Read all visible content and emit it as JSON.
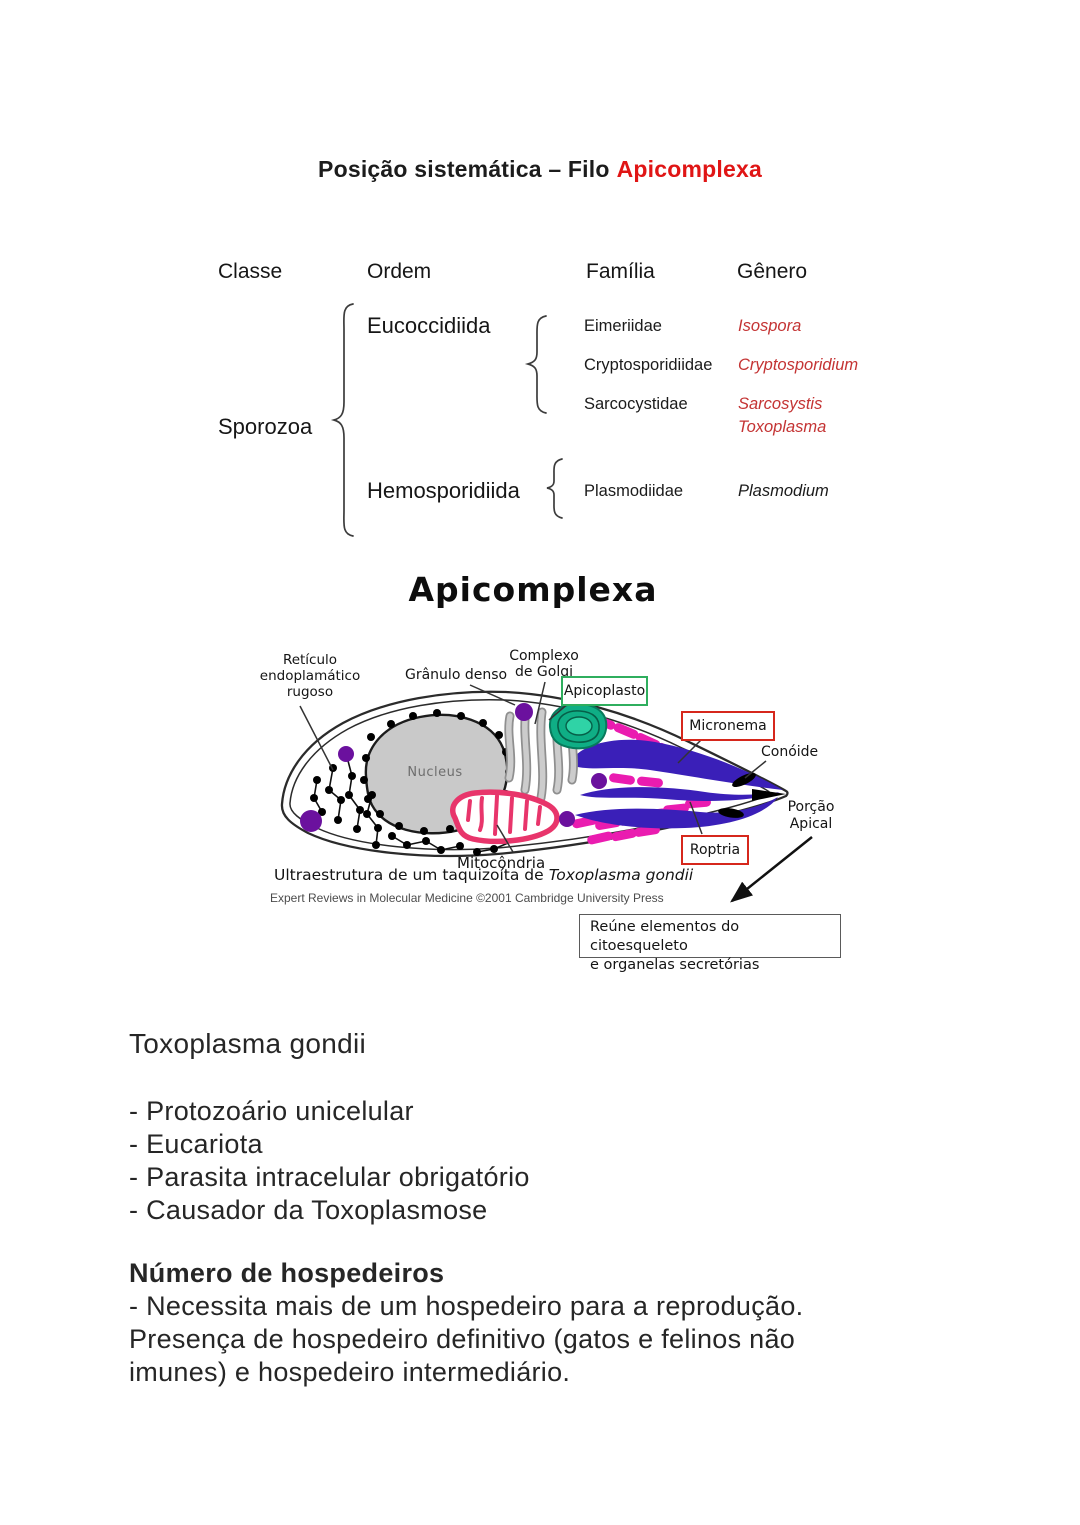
{
  "systematics": {
    "title_prefix": "Posição sistemática – Filo",
    "title_highlight": "Apicomplexa",
    "headers": [
      "Classe",
      "Ordem",
      "Família",
      "Gênero"
    ],
    "classe": "Sporozoa",
    "orders": [
      "Eucoccidiida",
      "Hemosporidiida"
    ],
    "families": [
      "Eimeriidae",
      "Cryptosporidiidae",
      "Sarcocystidae",
      "Plasmodiidae"
    ],
    "genera": [
      "Isospora",
      "Cryptosporidium",
      "Sarcosystis",
      "Toxoplasma",
      "Plasmodium"
    ]
  },
  "figure": {
    "title": "Apicomplexa",
    "labels": {
      "reticulo": [
        "Retículo",
        "endoplamático",
        "rugoso"
      ],
      "granulo": "Grânulo denso",
      "golgi": [
        "Complexo",
        "de Golgi"
      ],
      "apicoplasto": "Apicoplasto",
      "micronema": "Micronema",
      "conoide": "Conóide",
      "porcao": [
        "Porção",
        "Apical"
      ],
      "roptria": "Roptria",
      "mitocondria": "Mitocôndria",
      "nucleus": "Nucleus"
    },
    "caption_prefix": "Ultraestrutura de um taquizoíta de",
    "caption_species": "Toxoplasma gondii",
    "credit": "Expert Reviews in Molecular Medicine ©2001 Cambridge University Press",
    "callout": [
      "Reúne elementos do citoesqueleto",
      "e organelas secretórias"
    ],
    "colors": {
      "title_red": "#e01515",
      "genus_red": "#c43434",
      "label_box_red": "#d6271c",
      "label_box_green": "#2fae5e",
      "micronema_magenta": "#ea1cb0",
      "rhoptry_blue": "#3a1fb8",
      "dense_granule_purple": "#6b119e",
      "apicoplast_teal": "#0fae85",
      "mitochondria_pink": "#e8356b",
      "nucleus_gray": "#c9c9c9"
    }
  },
  "notes": {
    "heading": "Toxoplasma gondii",
    "bullets": [
      "- Protozoário unicelular",
      "- Eucariota",
      "- Parasita intracelular obrigatório",
      "- Causador da Toxoplasmose"
    ],
    "subheading": "Número de hospedeiros",
    "body": [
      "- Necessita mais de um hospedeiro para a reprodução.",
      "Presença de hospedeiro definitivo (gatos e felinos não",
      "imunes) e hospedeiro intermediário."
    ]
  }
}
